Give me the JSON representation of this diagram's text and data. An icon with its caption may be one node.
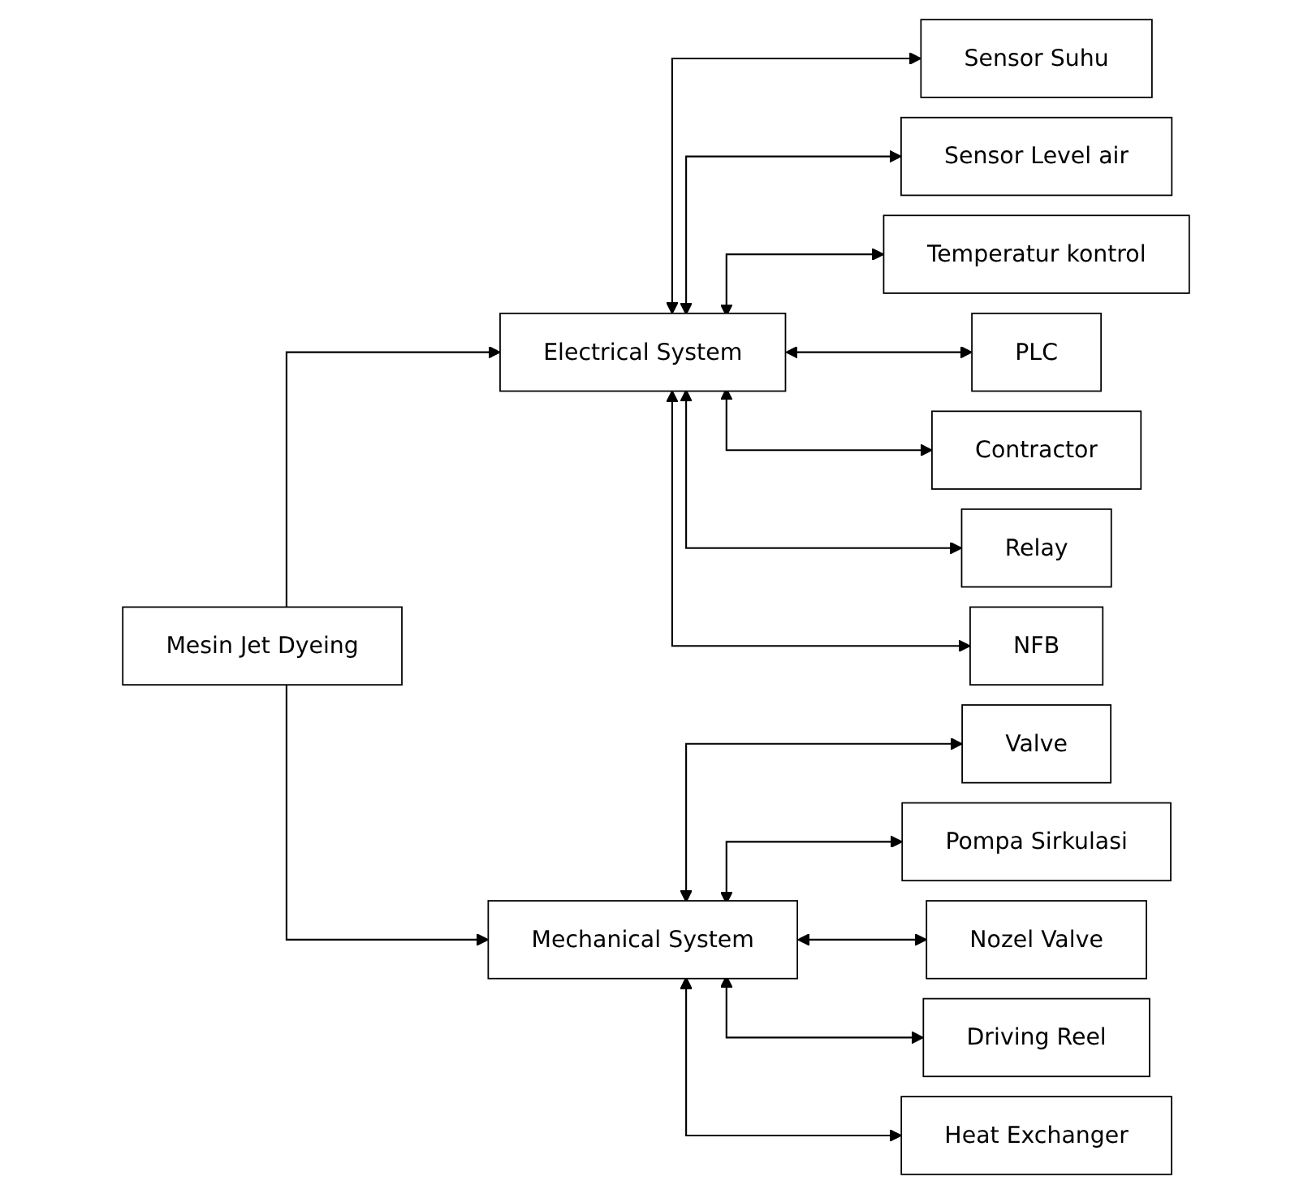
{
  "diagram": {
    "nodes": [
      {
        "text": [
          "Mesin Jet Dyeing"
        ]
      },
      {
        "text": [
          "Electrical System"
        ]
      },
      {
        "text": [
          "Mechanical System"
        ]
      },
      {
        "text": [
          "Sensor Suhu"
        ]
      },
      {
        "text": [
          "Sensor Level air"
        ]
      },
      {
        "text": [
          "Temperatur kontrol"
        ]
      },
      {
        "text": [
          "PLC"
        ]
      },
      {
        "text": [
          "Contractor"
        ]
      },
      {
        "text": [
          "Relay"
        ]
      },
      {
        "text": [
          "NFB"
        ]
      },
      {
        "text": [
          "Valve"
        ]
      },
      {
        "text": [
          "Pompa Sirkulasi"
        ]
      },
      {
        "text": [
          "Nozel Valve"
        ]
      },
      {
        "text": [
          "Driving Reel"
        ]
      },
      {
        "text": [
          "Heat Exchanger"
        ]
      }
    ],
    "edges": [
      {
        "from": 0,
        "to": 1,
        "arrow": "to"
      },
      {
        "from": 0,
        "to": 2,
        "arrow": "to"
      },
      {
        "from": 1,
        "to": 3,
        "arrow": "both"
      },
      {
        "from": 1,
        "to": 4,
        "arrow": "both"
      },
      {
        "from": 1,
        "to": 5,
        "arrow": "both"
      },
      {
        "from": 1,
        "to": 6,
        "arrow": "both"
      },
      {
        "from": 1,
        "to": 7,
        "arrow": "both"
      },
      {
        "from": 1,
        "to": 8,
        "arrow": "both"
      },
      {
        "from": 1,
        "to": 9,
        "arrow": "both"
      },
      {
        "from": 2,
        "to": 10,
        "arrow": "both"
      },
      {
        "from": 2,
        "to": 11,
        "arrow": "both"
      },
      {
        "from": 2,
        "to": 12,
        "arrow": "both"
      },
      {
        "from": 2,
        "to": 13,
        "arrow": "both"
      },
      {
        "from": 2,
        "to": 14,
        "arrow": "both"
      }
    ]
  }
}
